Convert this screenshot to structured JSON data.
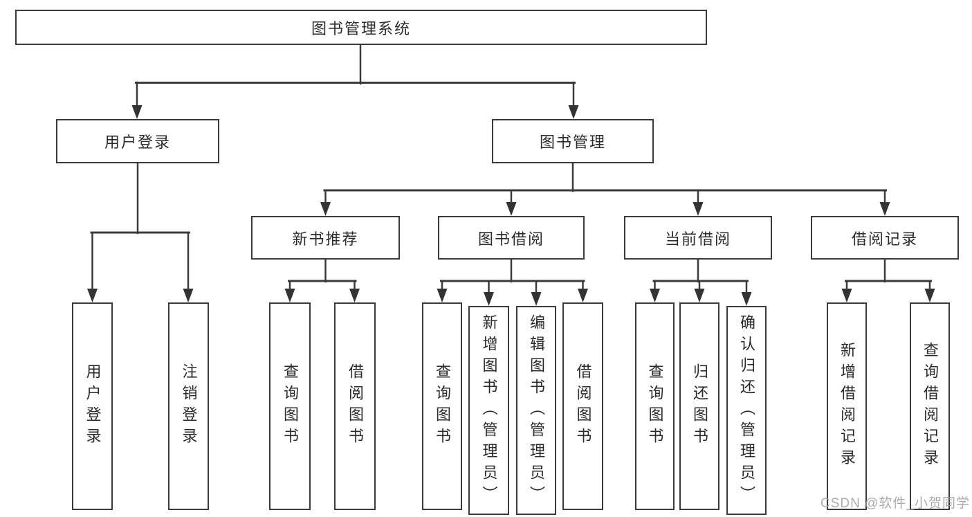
{
  "diagram_title": "图书管理系统",
  "watermark": "CSDN @软件_小贺同学",
  "colors": {
    "line": "#3a3a3a",
    "text": "#2b2b2b",
    "box_background": "#ffffff",
    "watermark": "#9d9d9d"
  },
  "nodes": {
    "root": "图书管理系统",
    "user_login": "用户登录",
    "book_mgmt": "图书管理",
    "new_book_rec": "新书推荐",
    "book_borrow": "图书借阅",
    "current_borrow": "当前借阅",
    "borrow_records": "借阅记录",
    "leaf_user_login": "用户登录",
    "leaf_logout": "注销登录",
    "leaf_rec_query_book": "查询图书",
    "leaf_rec_borrow_book": "借阅图书",
    "leaf_bb_query_book": "查询图书",
    "leaf_bb_add_book": "新增图书（管理员）",
    "leaf_bb_edit_book": "编辑图书（管理员）",
    "leaf_bb_borrow_book": "借阅图书",
    "leaf_cb_query_book": "查询图书",
    "leaf_cb_return_book": "归还图书",
    "leaf_cb_confirm_return": "确认归还（管理员）",
    "leaf_br_add_record": "新增借阅记录",
    "leaf_br_query_record": "查询借阅记录"
  }
}
